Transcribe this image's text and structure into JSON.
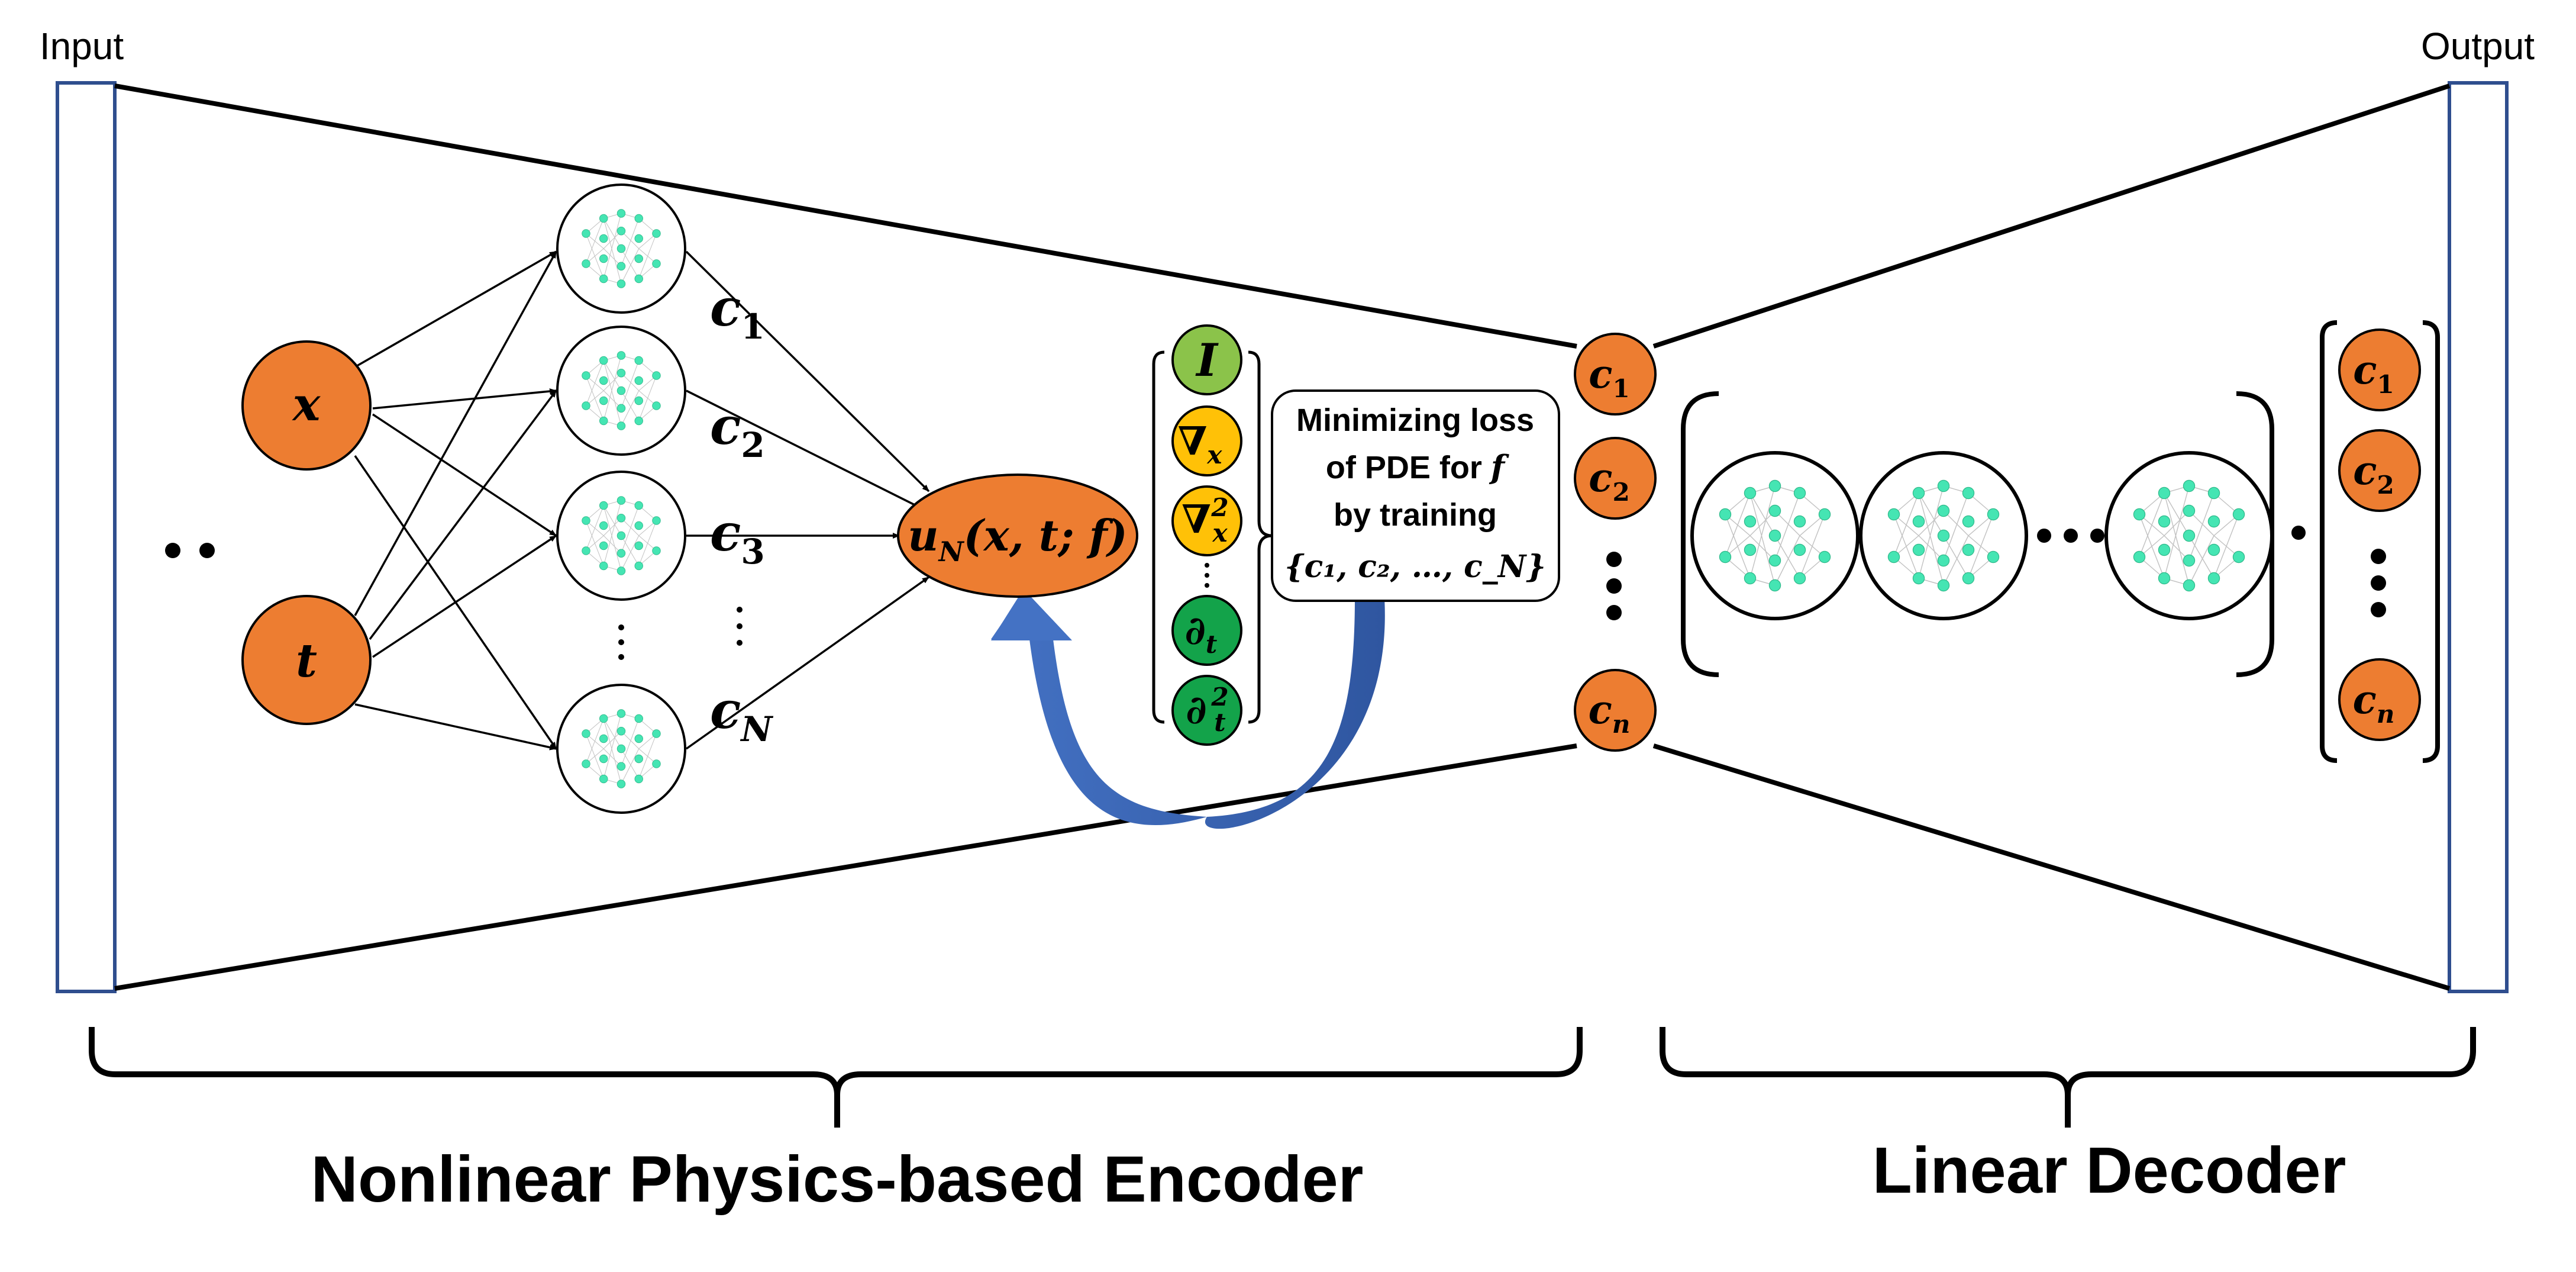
{
  "labels": {
    "input": "Input",
    "output": "Output",
    "encoder": "Nonlinear Physics-based Encoder",
    "decoder": "Linear Decoder"
  },
  "inputs": {
    "x": "x",
    "t": "t"
  },
  "bases": [
    "c",
    "c",
    "c",
    "c"
  ],
  "base_subs": [
    "1",
    "2",
    "3",
    "N"
  ],
  "solution": {
    "main": "u",
    "sub": "N",
    "args": "(x, t; f)"
  },
  "operators": [
    {
      "symbol": "I",
      "sup": "",
      "sub": "",
      "color": "#8bc34a"
    },
    {
      "symbol": "∇",
      "sup": "",
      "sub": "x",
      "color": "#ffc107"
    },
    {
      "symbol": "∇",
      "sup": "2",
      "sub": "x",
      "color": "#ffc107"
    },
    {
      "symbol": "∂",
      "sup": "",
      "sub": "t",
      "color": "#13a34a"
    },
    {
      "symbol": "∂",
      "sup": "2",
      "sub": "t",
      "color": "#13a34a"
    }
  ],
  "loss_box": {
    "line1": "Minimizing loss",
    "line2": "of PDE for",
    "line2_var": "f",
    "line3": "by training",
    "line4": "{c₁, c₂, …, c_N}"
  },
  "latent_subs": [
    "1",
    "2",
    "n"
  ],
  "output_subs": [
    "1",
    "2",
    "n"
  ],
  "colors": {
    "orange": "#ed7d31",
    "border": "#2f4e8e",
    "arrow_blue": "#4472c4",
    "net_node": "#45e5b3"
  }
}
